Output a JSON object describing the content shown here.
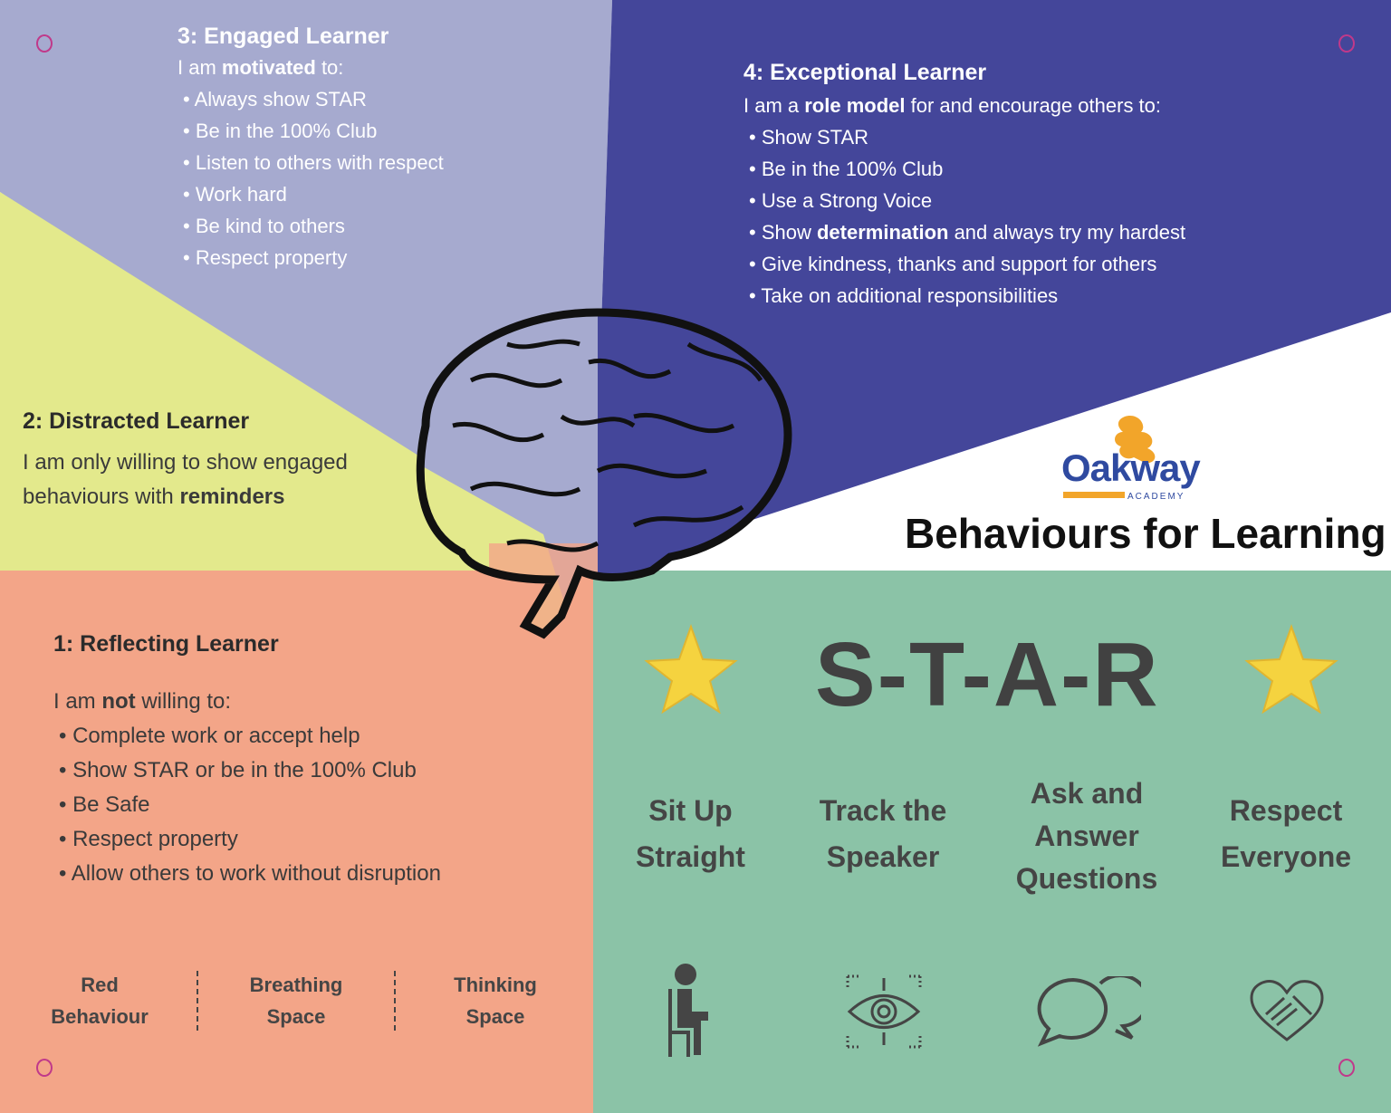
{
  "colors": {
    "engaged": "#a6aacf",
    "distracted": "#e3e98c",
    "exceptional": "#44469a",
    "reflecting": "#f3a588",
    "star": "#8bc3a7",
    "logo_blue": "#2f4aa0",
    "logo_orange": "#f2a52a"
  },
  "engaged": {
    "title": "3: Engaged Learner",
    "intro_pre": "I am ",
    "intro_bold": "motivated",
    "intro_post": " to:",
    "items": [
      "Always show STAR",
      "Be in the 100% Club",
      "Listen to others with respect",
      "Work hard",
      "Be kind to others",
      "Respect property"
    ]
  },
  "exceptional": {
    "title": "4: Exceptional Learner",
    "intro_pre": "I am a ",
    "intro_bold": "role model",
    "intro_post": " for and encourage others to:",
    "items": [
      "Show STAR",
      "Be in the 100% Club",
      "Use a Strong Voice"
    ],
    "item4_pre": "Show ",
    "item4_bold": "determination",
    "item4_post": " and always try my hardest",
    "items2": [
      "Give kindness, thanks and support for others",
      "Take on additional responsibilities"
    ]
  },
  "distracted": {
    "title": "2: Distracted Learner",
    "line1": "I am only willing to show engaged",
    "line2_pre": "behaviours with ",
    "line2_bold": "reminders"
  },
  "reflecting": {
    "title": "1: Reflecting Learner",
    "intro_pre": "I am ",
    "intro_bold": "not",
    "intro_post": " willing to:",
    "items": [
      "Complete work or accept help",
      "Show STAR or be in the 100% Club",
      "Be Safe",
      "Respect property",
      "Allow others to work without disruption"
    ],
    "stages": [
      [
        "Red",
        "Behaviour"
      ],
      [
        "Breathing",
        "Space"
      ],
      [
        "Thinking",
        "Space"
      ]
    ]
  },
  "logo": {
    "name": "Oakway",
    "sub": "ACADEMY"
  },
  "title": "Behaviours for Learning",
  "star": {
    "heading": "S-T-A-R",
    "words": [
      [
        "Sit Up",
        "Straight"
      ],
      [
        "Track the",
        "Speaker"
      ],
      [
        "Ask and",
        "Answer",
        "Questions"
      ],
      [
        "Respect",
        "Everyone"
      ]
    ],
    "icons": [
      "sitting-person-icon",
      "eye-focus-icon",
      "speech-bubbles-icon",
      "heart-handshake-icon"
    ]
  }
}
